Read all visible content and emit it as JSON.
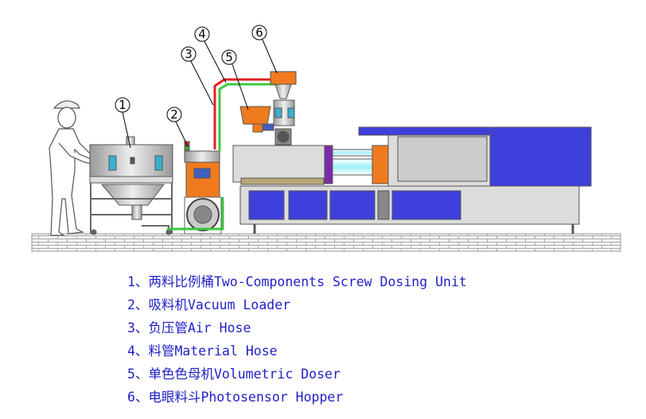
{
  "callouts": [
    "1",
    "2",
    "3",
    "4",
    "5",
    "6"
  ],
  "legend": [
    {
      "number": "1",
      "text": "两料比例桶Two-Components Screw Dosing Unit"
    },
    {
      "number": "2",
      "text": "吸料机Vacuum Loader"
    },
    {
      "number": "3",
      "text": "负压管Air Hose"
    },
    {
      "number": "4",
      "text": "料管Material Hose"
    },
    {
      "number": "5",
      "text": "单色色母机Volumetric Doser"
    },
    {
      "number": "6",
      "text": "电眼料斗Photosensor Hopper"
    }
  ],
  "colors": {
    "legend_text": "#1f1fc8",
    "machine_blue": "#3f3fdc",
    "machine_gray": "#dcdcdc",
    "orange": "#f07a1e",
    "air_hose": "#e02020",
    "material_hose": "#3cc83c",
    "purple": "#7a2aa8",
    "brick": "#f2f2f2"
  }
}
